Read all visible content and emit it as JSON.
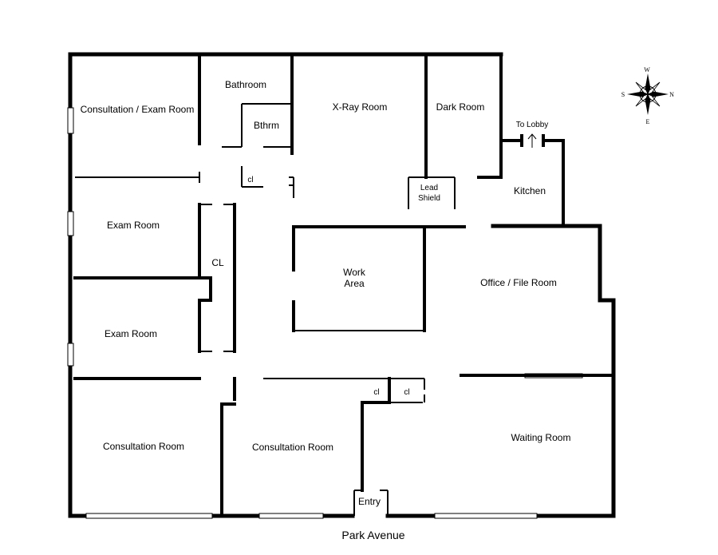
{
  "rooms": {
    "consultation_exam": "Consultation / Exam Room",
    "bathroom": "Bathroom",
    "bthrm": "Bthrm",
    "xray": "X-Ray Room",
    "dark_room": "Dark Room",
    "to_lobby": "To Lobby",
    "kitchen": "Kitchen",
    "lead_shield_1": "Lead",
    "lead_shield_2": "Shield",
    "closet_small": "cl",
    "exam_room_1": "Exam Room",
    "cl_large": "CL",
    "work_area_1": "Work",
    "work_area_2": "Area",
    "office_file": "Office / File Room",
    "exam_room_2": "Exam Room",
    "closet_a": "cl",
    "closet_b": "cl",
    "consultation_1": "Consultation Room",
    "consultation_2": "Consultation Room",
    "waiting_room": "Waiting Room",
    "entry": "Entry"
  },
  "street": "Park Avenue",
  "compass": {
    "n": "N",
    "s": "S",
    "e": "E",
    "w": "W"
  }
}
